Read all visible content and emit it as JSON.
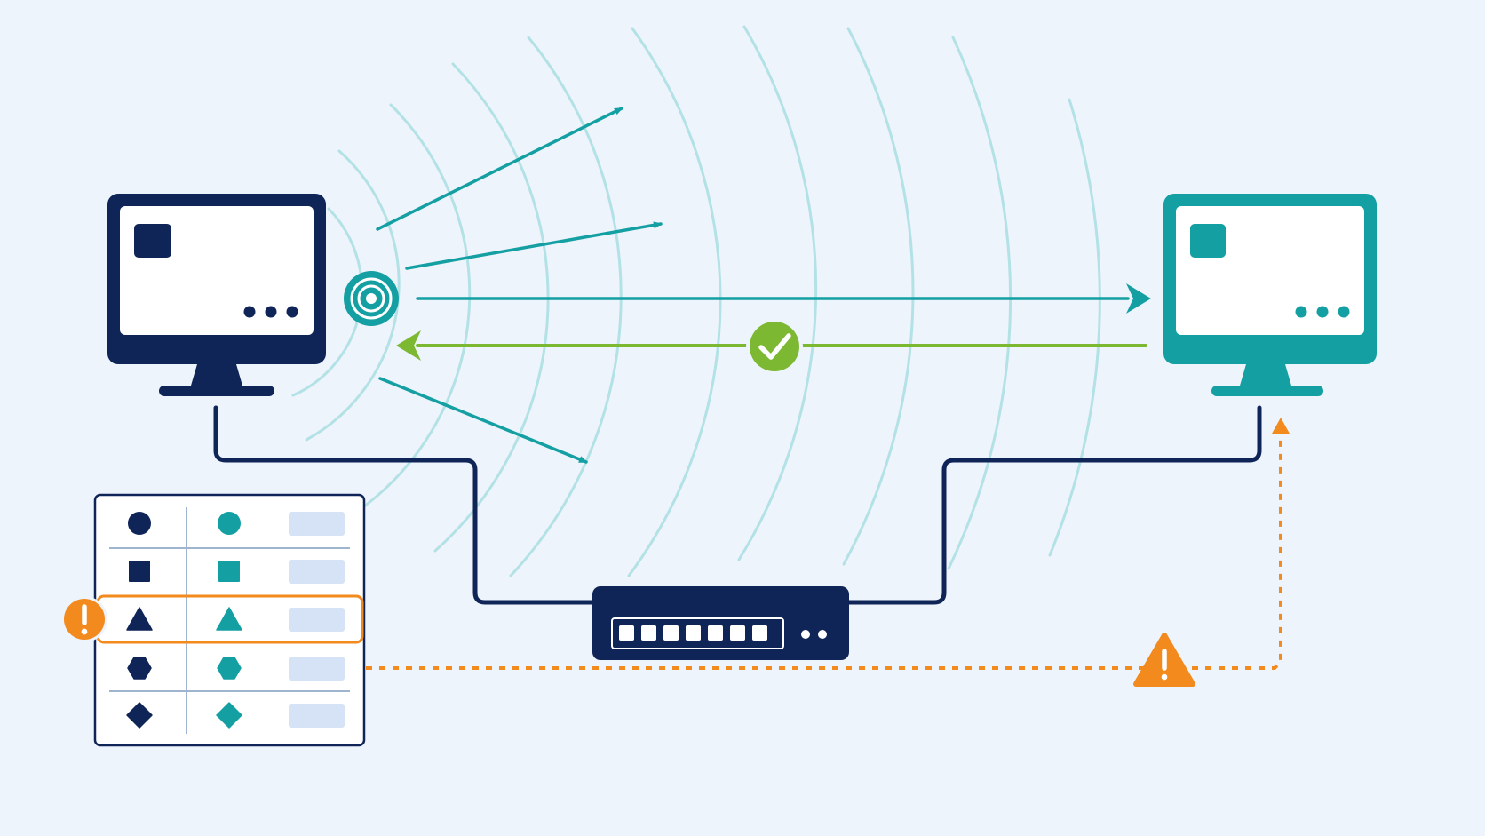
{
  "colors": {
    "background": "#eef4fb",
    "navy": "#0f2457",
    "teal": "#14a0a3",
    "teal_light": "#b3e2e6",
    "green": "#7cb832",
    "orange": "#f28a1e",
    "white": "#ffffff",
    "pill": "#d6e3f6"
  },
  "icons": {
    "source_computer": "monitor-icon",
    "target_computer": "monitor-icon",
    "broadcast": "radar-signal-icon",
    "ack": "checkmark-icon",
    "switch": "network-switch-icon",
    "row_alert": "exclamation-circle-icon",
    "path_warning": "warning-triangle-icon"
  },
  "table": {
    "rows": [
      {
        "shape": "circle"
      },
      {
        "shape": "square"
      },
      {
        "shape": "triangle",
        "flagged": true
      },
      {
        "shape": "hexagon"
      },
      {
        "shape": "diamond"
      }
    ]
  }
}
